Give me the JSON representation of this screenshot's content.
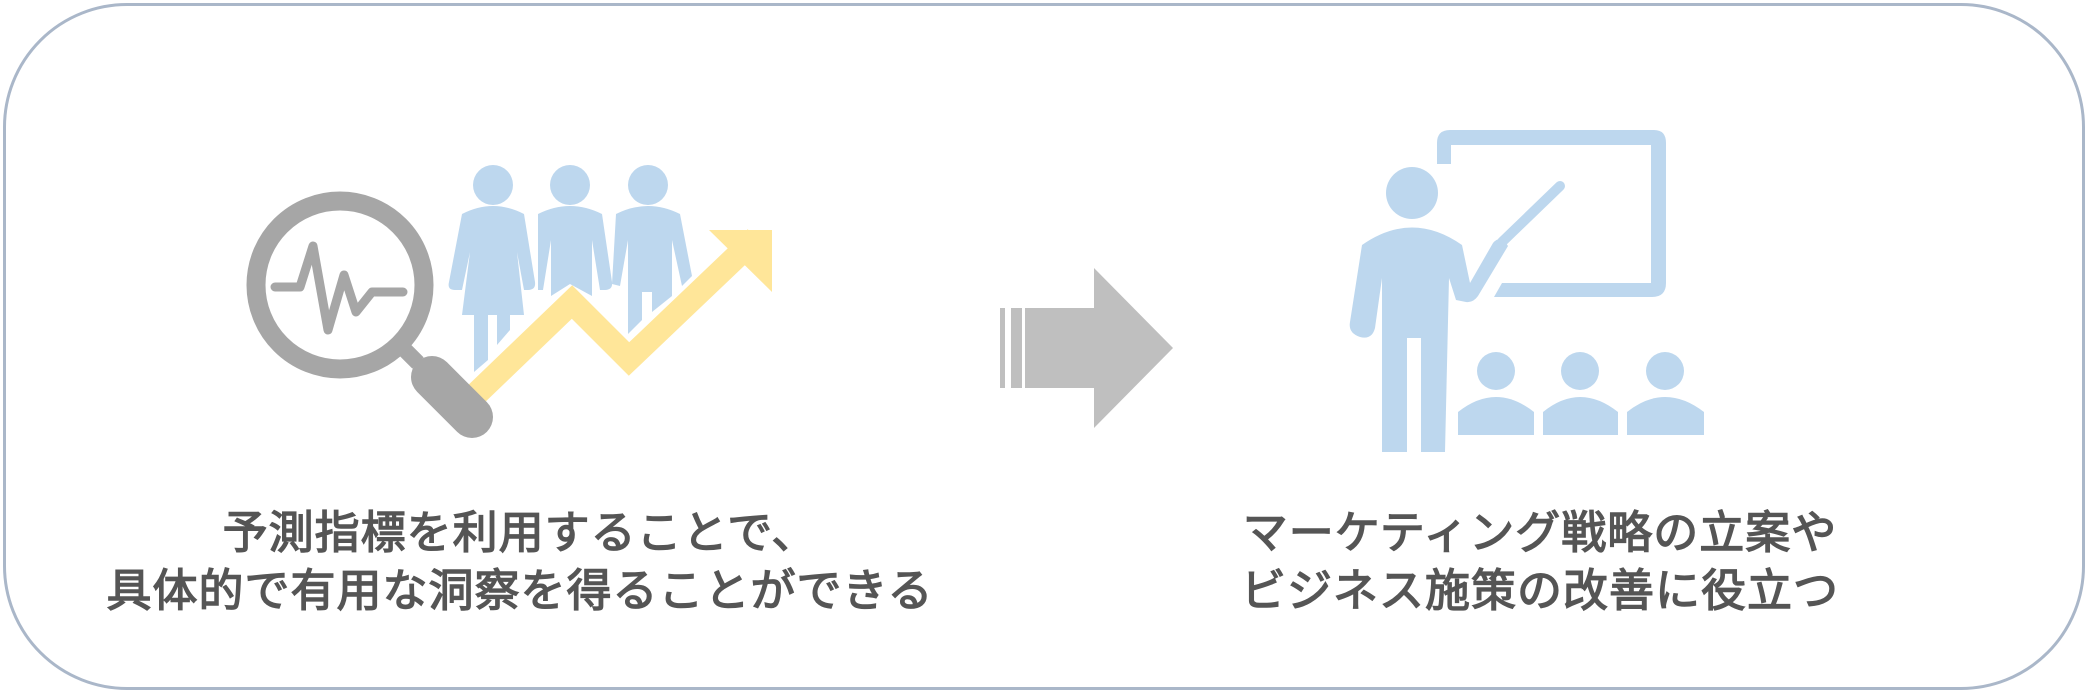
{
  "left_panel": {
    "icons": [
      "magnifier-pulse-icon",
      "people-group-icon",
      "growth-arrow-icon"
    ],
    "caption_line1": "予測指標を利用することで、",
    "caption_line2": "具体的で有用な洞察を得ることができる"
  },
  "flow_arrow": {
    "icon": "right-arrow-icon"
  },
  "right_panel": {
    "icons": [
      "presenter-whiteboard-icon",
      "audience-icon"
    ],
    "caption_line1": "マーケティング戦略の立案や",
    "caption_line2": "ビジネス施策の改善に役立つ"
  },
  "colors": {
    "border": "#aab7c9",
    "light_blue": "#bdd7ee",
    "yellow": "#ffe699",
    "gray": "#a6a6a6",
    "arrow_gray": "#bfbfbf",
    "text": "#555555"
  }
}
